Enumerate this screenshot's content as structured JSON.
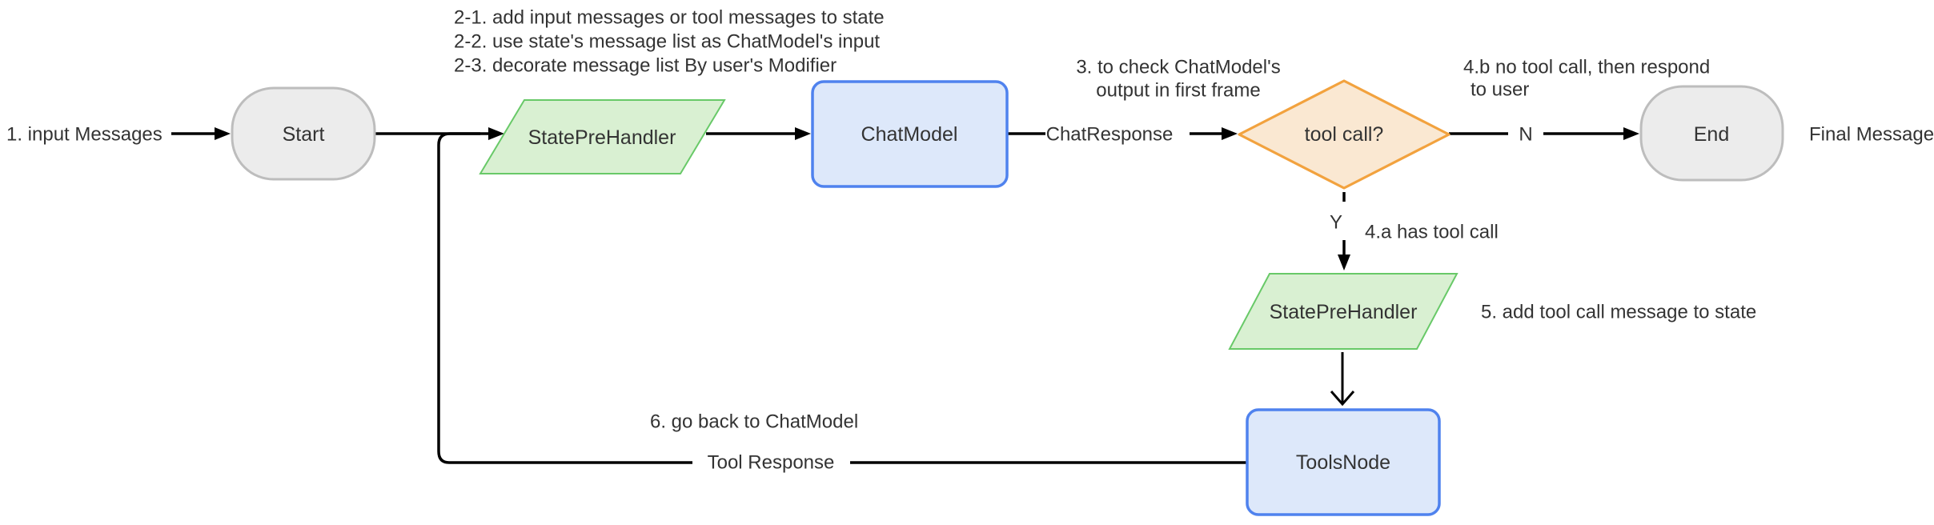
{
  "diagram": {
    "nodes": {
      "start": {
        "label": "Start",
        "shape": "stadium"
      },
      "state_pre_handler_top": {
        "label": "StatePreHandler",
        "shape": "parallelogram"
      },
      "chat_model": {
        "label": "ChatModel",
        "shape": "rect"
      },
      "tool_call_decision": {
        "label": "tool call?",
        "shape": "diamond"
      },
      "end": {
        "label": "End",
        "shape": "stadium"
      },
      "state_pre_handler_bottom": {
        "label": "StatePreHandler",
        "shape": "parallelogram"
      },
      "tools_node": {
        "label": "ToolsNode",
        "shape": "rect"
      }
    },
    "edge_labels": {
      "input_messages": "1. input Messages",
      "chat_response": "ChatResponse",
      "no": "N",
      "yes": "Y",
      "tool_response": "Tool Response",
      "final_message": "Final Message"
    },
    "annotations": {
      "step_2_lines": [
        "2-1. add input messages or tool messages to state",
        "2-2. use state's message list as ChatModel's input",
        "2-3. decorate message list By user's Modifier"
      ],
      "step_3_lines": [
        "3. to check ChatModel's",
        "output in first frame"
      ],
      "step_4a": "4.a has tool call",
      "step_4b_lines": [
        "4.b no tool call, then respond",
        "to user"
      ],
      "step_5": "5. add tool call message to state",
      "step_6": "6. go back to ChatModel"
    },
    "colors": {
      "background": "#ffffff",
      "text": "#333333",
      "edge": "#000000",
      "terminal_fill": "#ececec",
      "terminal_stroke": "#bdbdbd",
      "process_fill": "#dde8fa",
      "process_stroke": "#4f82ee",
      "io_fill": "#d9f0d2",
      "io_stroke": "#68c968",
      "decision_fill": "#fae8d2",
      "decision_stroke": "#f2a23e"
    }
  }
}
